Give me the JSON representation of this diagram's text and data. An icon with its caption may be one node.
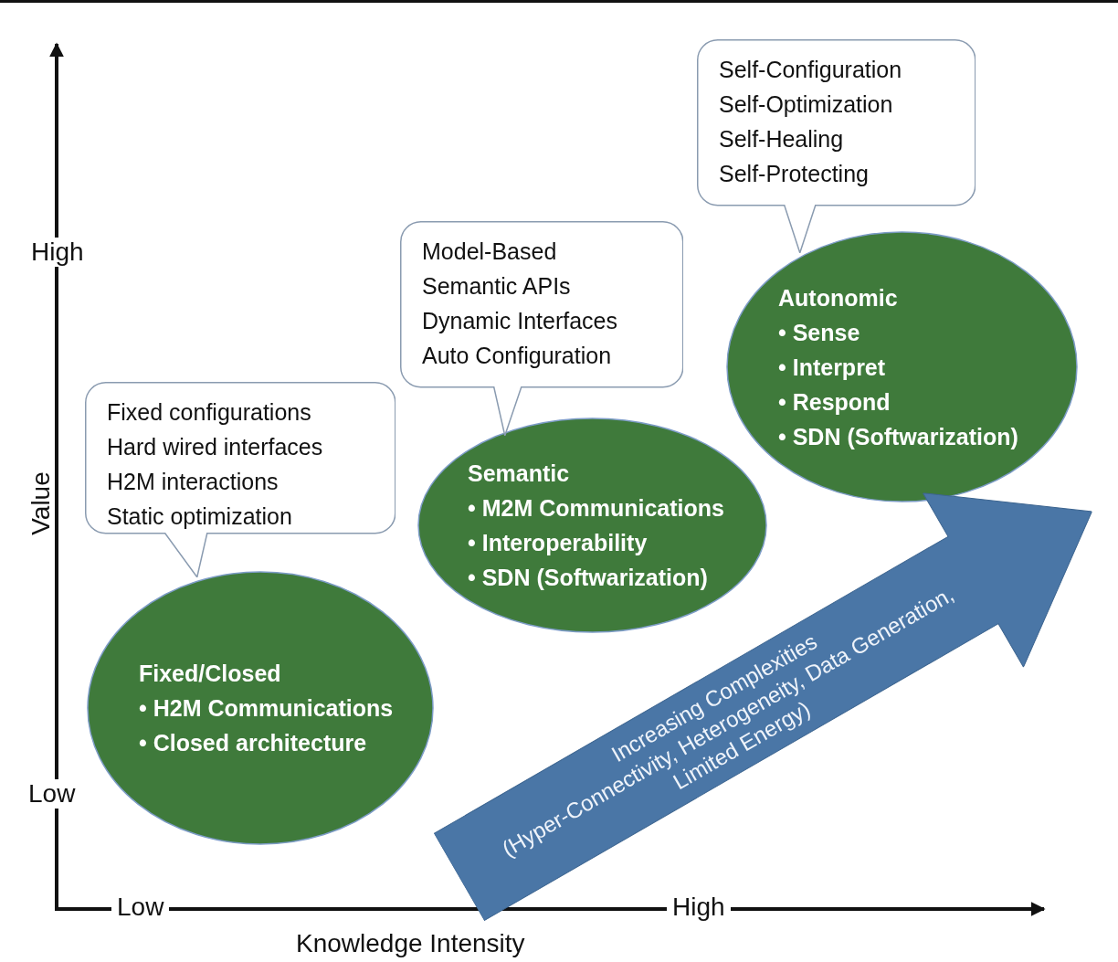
{
  "diagram": {
    "nodes": [
      {
        "text": [
          "Fixed configurations",
          "Hard wired interfaces",
          "H2M interactions",
          "Static optimization"
        ]
      },
      {
        "text": [
          "Fixed/Closed",
          "• H2M Communications",
          "• Closed architecture"
        ]
      },
      {
        "text": [
          "Model-Based",
          "Semantic APIs",
          "Dynamic Interfaces",
          "Auto Configuration"
        ]
      },
      {
        "text": [
          "Semantic",
          "• M2M Communications",
          "• Interoperability",
          "• SDN (Softwarization)"
        ]
      },
      {
        "text": [
          "Self-Configuration",
          "Self-Optimization",
          "Self-Healing",
          "Self-Protecting"
        ]
      },
      {
        "text": [
          "Autonomic",
          "• Sense",
          "• Interpret",
          "• Respond",
          "• SDN (Softwarization)"
        ]
      },
      {
        "text": [
          "Increasing Complexities",
          "(Hyper-Connectivity, Heterogeneity, Data Generation, Limited Energy)"
        ]
      }
    ],
    "labels": [
      "High",
      "Value",
      "Low",
      "Low",
      "High",
      "Knowledge Intensity"
    ]
  }
}
